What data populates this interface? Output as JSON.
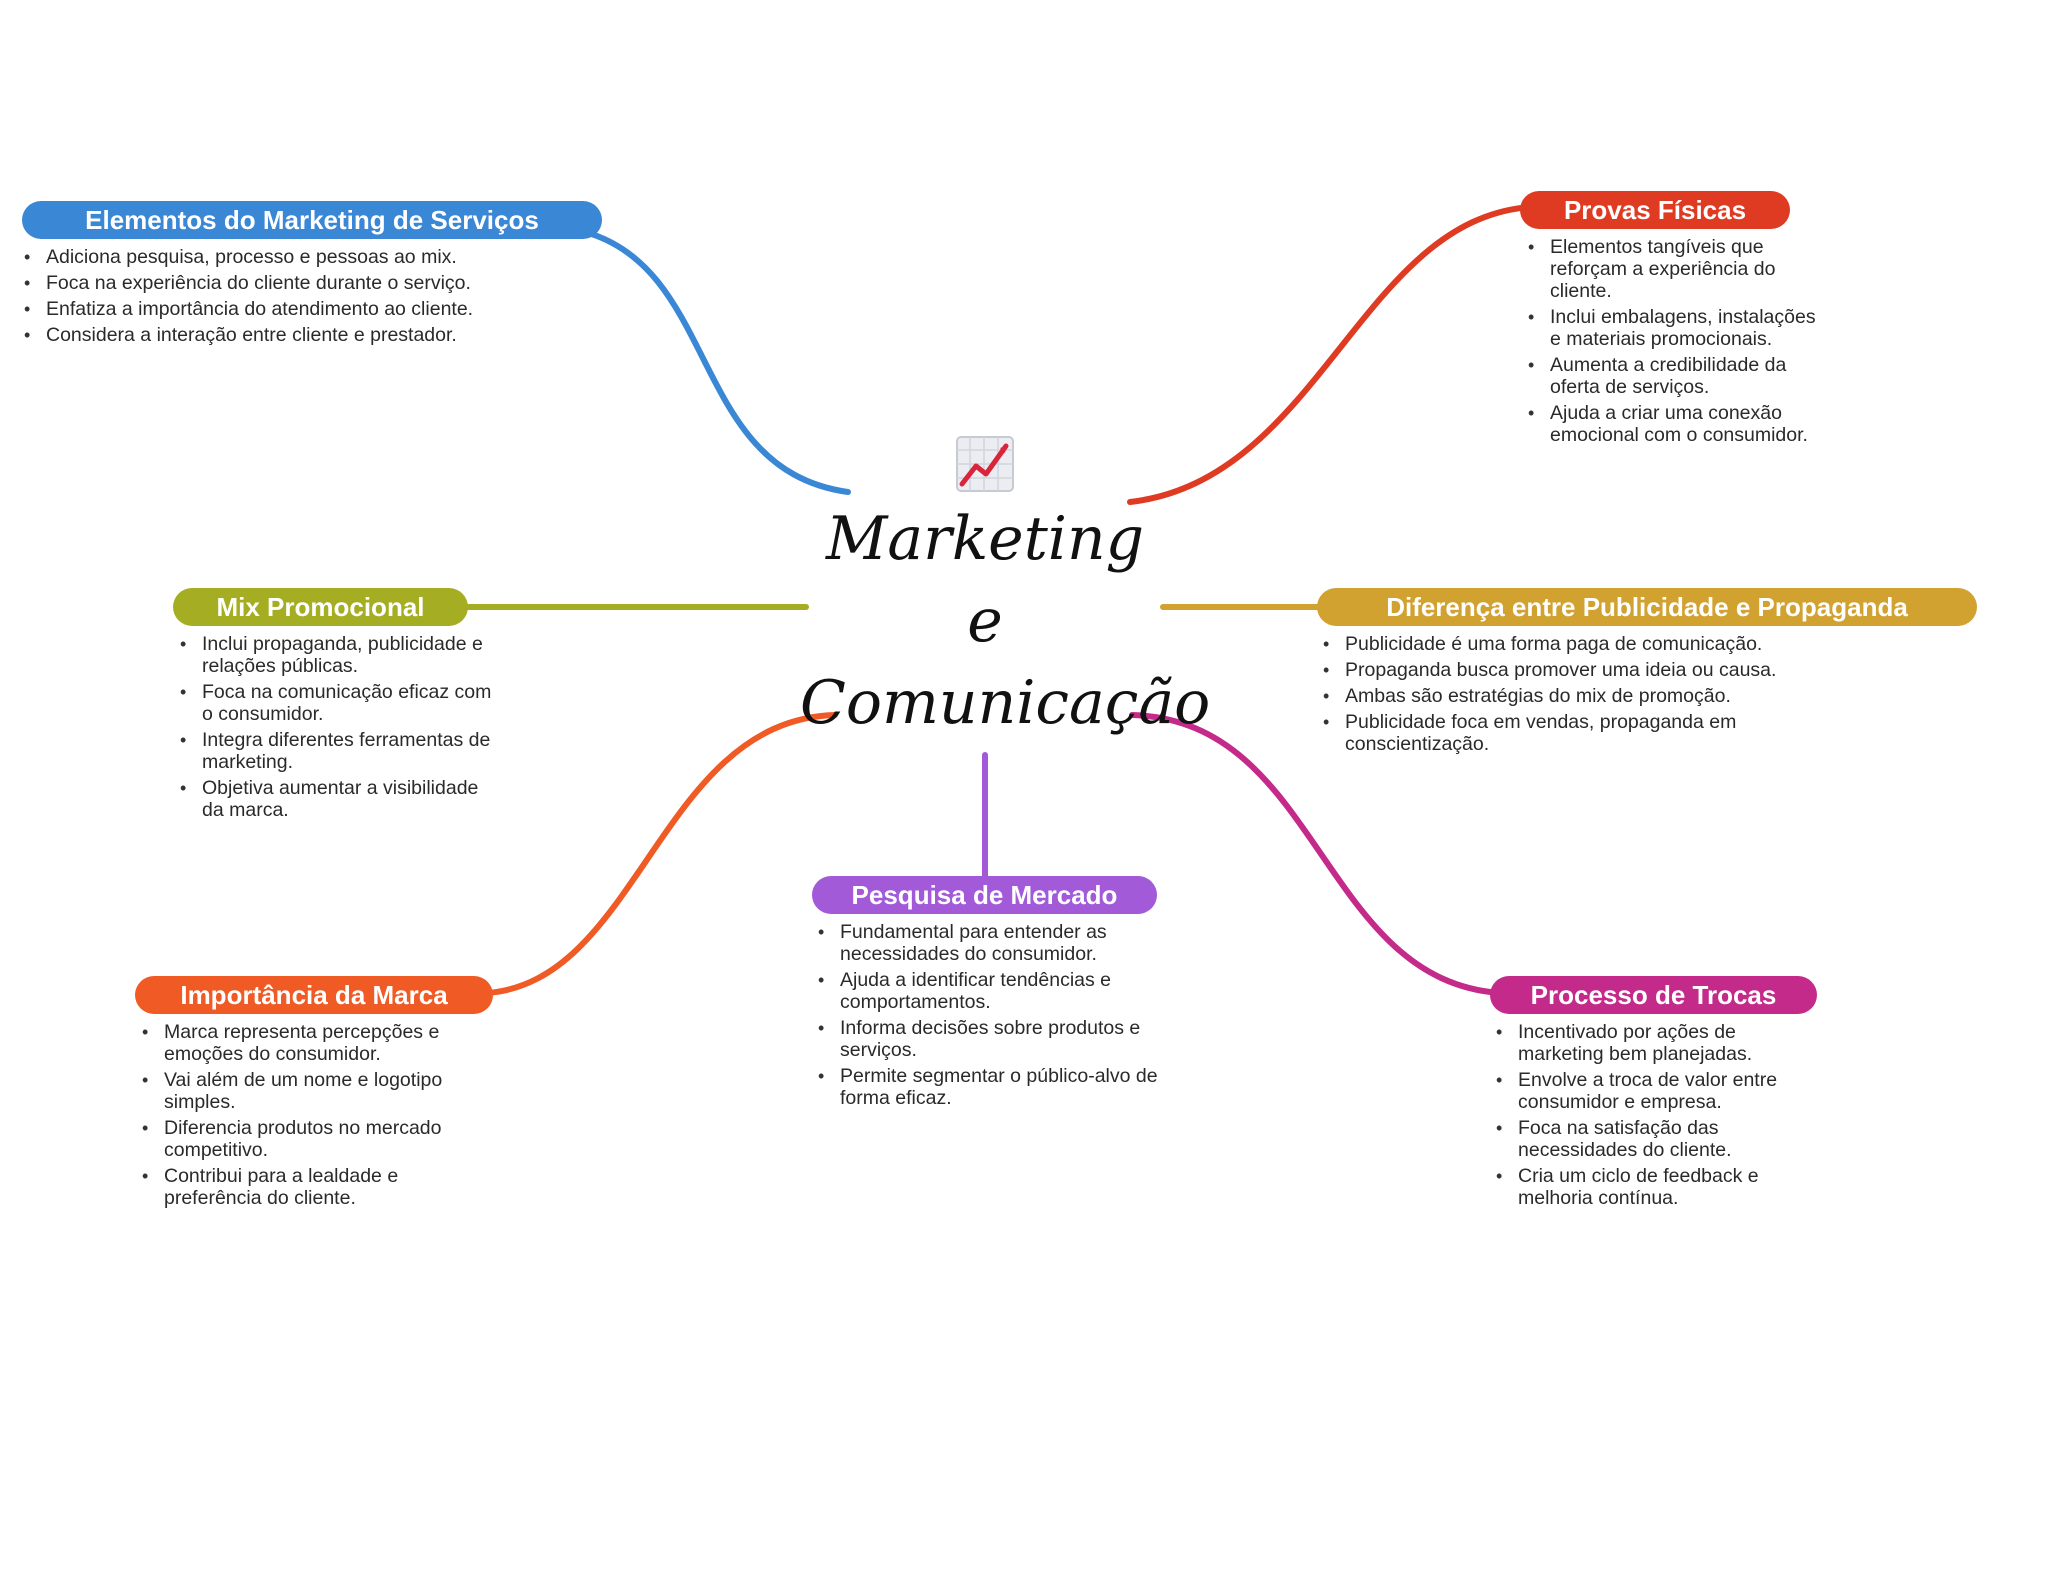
{
  "center": {
    "icon": "chart-increasing-icon",
    "title_lines": [
      "Marketing",
      "e",
      "Comunicação"
    ]
  },
  "branches": [
    {
      "id": "elementos",
      "title": "Elementos do Marketing de Serviços",
      "color": "#3A87D6",
      "bullets": [
        "Adiciona pesquisa, processo e pessoas ao mix.",
        "Foca na experiência do cliente durante o serviço.",
        "Enfatiza a importância do atendimento ao cliente.",
        "Considera a interação entre cliente e prestador."
      ]
    },
    {
      "id": "provas",
      "title": "Provas Físicas",
      "color": "#DF3B23",
      "bullets": [
        "Elementos tangíveis que reforçam a experiência do cliente.",
        "Inclui embalagens, instalações e materiais promocionais.",
        "Aumenta a credibilidade da oferta de serviços.",
        "Ajuda a criar uma conexão emocional com o consumidor."
      ]
    },
    {
      "id": "mix",
      "title": "Mix Promocional",
      "color": "#A5AE22",
      "bullets": [
        "Inclui propaganda, publicidade e relações públicas.",
        "Foca na comunicação eficaz com o consumidor.",
        "Integra diferentes ferramentas de marketing.",
        "Objetiva aumentar a visibilidade da marca."
      ]
    },
    {
      "id": "diferenca",
      "title": "Diferença entre Publicidade e Propaganda",
      "color": "#D2A231",
      "bullets": [
        "Publicidade é uma forma paga de comunicação.",
        "Propaganda busca promover uma ideia ou causa.",
        "Ambas são estratégias do mix de promoção.",
        "Publicidade foca em vendas, propaganda em conscientização."
      ]
    },
    {
      "id": "importancia",
      "title": "Importância da Marca",
      "color": "#F05A24",
      "bullets": [
        "Marca representa percepções e emoções do consumidor.",
        "Vai além de um nome e logotipo simples.",
        "Diferencia produtos no mercado competitivo.",
        "Contribui para a lealdade e preferência do cliente."
      ]
    },
    {
      "id": "pesquisa",
      "title": "Pesquisa de Mercado",
      "color": "#A25AD8",
      "bullets": [
        "Fundamental para entender as necessidades do consumidor.",
        "Ajuda a identificar tendências e comportamentos.",
        "Informa decisões sobre produtos e serviços.",
        "Permite segmentar o público-alvo de forma eficaz."
      ]
    },
    {
      "id": "processo",
      "title": "Processo de Trocas",
      "color": "#C42A8A",
      "bullets": [
        "Incentivado por ações de marketing bem planejadas.",
        "Envolve a troca de valor entre consumidor e empresa.",
        "Foca na satisfação das necessidades do cliente.",
        "Cria um ciclo de feedback e melhoria contínua."
      ]
    }
  ]
}
